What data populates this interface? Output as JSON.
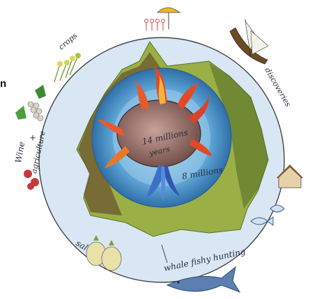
{
  "labels": {
    "crops": "crops",
    "wine": "Wine",
    "plus": "+",
    "agriculture": "agriculture",
    "discoveries": "discoveries",
    "salts": "salts",
    "whale": "whale fishy hunting",
    "center_years": "14 millions",
    "center_years2": "years",
    "blue_years": "8 millions",
    "edge_fragment": "n"
  },
  "colors": {
    "outer_ring": "#c7dcee",
    "green_land": "#8aa83a",
    "dark_land": "#5a4a2a",
    "inner_water": "#5fa6d6",
    "core": "#9a6f6a",
    "flame": "#e0542a",
    "blue_flame": "#3e6fc6",
    "whale": "#5a7fb0"
  },
  "icons": [
    "umbrella-people-icon",
    "sailboat-icon",
    "grapes-icon",
    "crops-icon",
    "house-icon",
    "fish-icon",
    "salt-sacks-icon",
    "whale-icon"
  ]
}
